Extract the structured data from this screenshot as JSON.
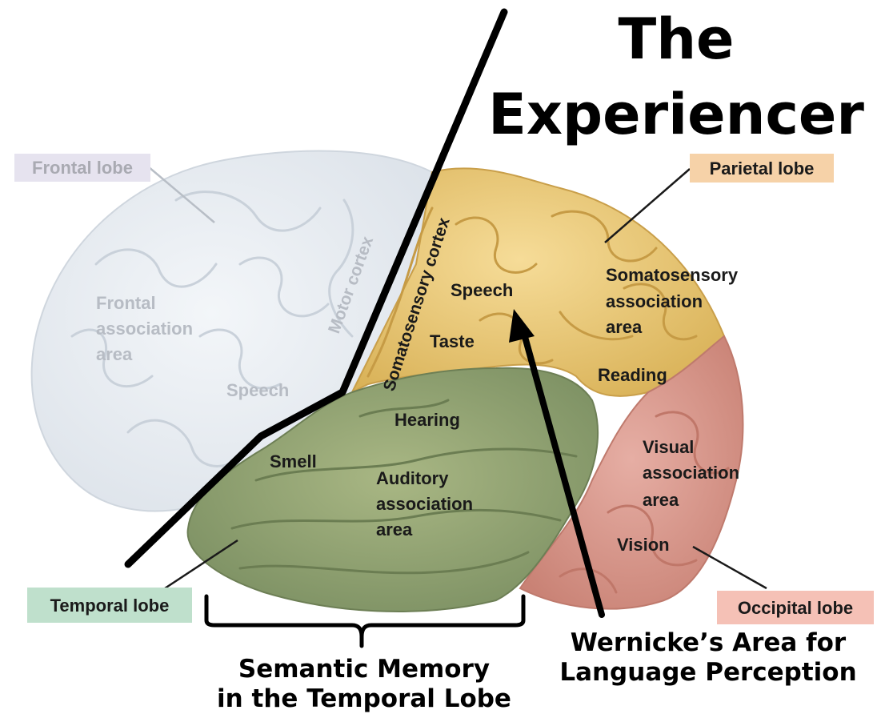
{
  "title": {
    "line1": "The",
    "line2": "Experiencer"
  },
  "lobes": {
    "frontal": "Frontal lobe",
    "parietal": "Parietal lobe",
    "temporal": "Temporal lobe",
    "occipital": "Occipital lobe"
  },
  "areas": {
    "frontal_assoc": [
      "Frontal",
      "association",
      "area"
    ],
    "motor_cortex": "Motor cortex",
    "speech_frontal": "Speech",
    "somatosensory_cortex": "Somatosensory cortex",
    "speech": "Speech",
    "taste": "Taste",
    "somatosensory_assoc": [
      "Somatosensory",
      "association",
      "area"
    ],
    "reading": "Reading",
    "hearing": "Hearing",
    "smell": "Smell",
    "auditory_assoc": [
      "Auditory",
      "association",
      "area"
    ],
    "visual_assoc": [
      "Visual",
      "association",
      "area"
    ],
    "vision": "Vision"
  },
  "captions": {
    "semantic": [
      "Semantic Memory",
      "in the Temporal Lobe"
    ],
    "wernicke": [
      "Wernicke’s Area for",
      "Language Perception"
    ]
  },
  "colors": {
    "frontal": "#e8ecf1",
    "parietal": "#eccb78",
    "temporal": "#93a573",
    "occipital": "#dc9a8f",
    "frontal_tag": "#e6e3ef",
    "parietal_tag": "#f6d2a8",
    "temporal_tag": "#bfe0cc",
    "occipital_tag": "#f5c1b6"
  }
}
